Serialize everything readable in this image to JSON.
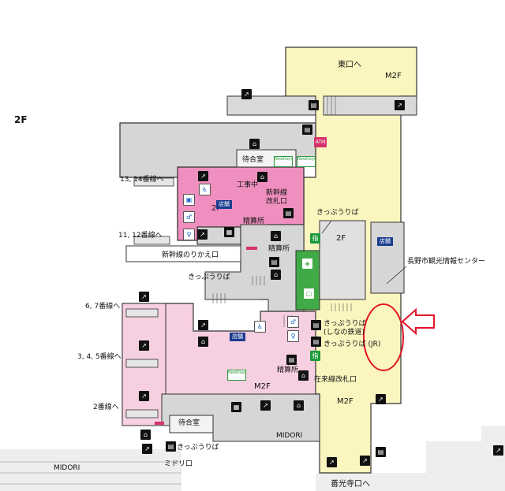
{
  "floor_label": "2F",
  "exits": {
    "east": "東口へ",
    "zenkoji": "善光寺口へ"
  },
  "areas": {
    "mezzanine_top": "M2F",
    "mezzanine_south": "M2F",
    "mezzanine_pink": "M2F",
    "concourse_2f": "2F",
    "shinkansen_area_2f": "2F"
  },
  "platforms": {
    "p13_14": "13, 14番線へ",
    "p11_12": "11, 12番線へ",
    "p6_7": "6, 7番線へ",
    "p3_4_5": "3, 4, 5番線へ",
    "p2": "2番線へ"
  },
  "facilities": {
    "waiting_room_upper": "待合室",
    "waiting_room_lower": "待合室",
    "under_construction": "工事中",
    "shinkansen_gate": "新幹線\n改札口",
    "fare_adjust_1": "精算所",
    "fare_adjust_2": "精算所",
    "fare_adjust_3": "精算所",
    "shinkansen_transfer": "新幹線のりかえ口",
    "tickets_left": "きっぷうりば",
    "tickets_upper": "きっぷうりば",
    "tickets_shinano": "きっぷうりば\n(しなの鉄道)",
    "tickets_jr": "きっぷうりば (JR)",
    "tickets_lower": "きっぷうりば",
    "local_gate": "在来線改札口",
    "midori_entrance": "ミドリ口",
    "midori_1": "MIDORI",
    "midori_2": "MIDORI",
    "tourist_center": "長野市観光情報センター",
    "atm": "ATM",
    "shop": "店舗",
    "designated": "指",
    "newdays": "NewDays"
  },
  "colors": {
    "concourse": "#fbf6bf",
    "shinkansen": "#ef8fbf",
    "local": "#f6cfe0",
    "grey_zone": "#d6d6d6",
    "green_gate": "#3faa46",
    "callout_red": "#e0152a"
  },
  "icons": [
    "escalator-icon",
    "elevator-icon",
    "stairs-icon",
    "toilet-icon",
    "wheelchair-icon",
    "ticket-machine-icon",
    "coin-locker-icon"
  ]
}
